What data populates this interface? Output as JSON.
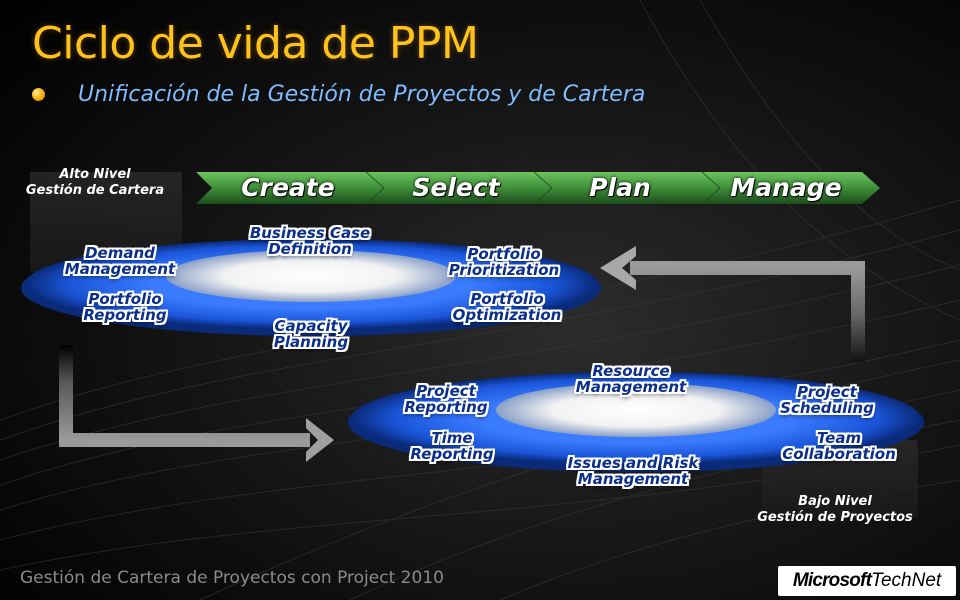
{
  "slide": {
    "title": "Ciclo de vida de PPM",
    "subtitle": "Unificación de la Gestión de Proyectos y de Cartera",
    "footer": "Gestión de Cartera de Proyectos con Project 2010"
  },
  "levels": {
    "high": {
      "line1": "Alto Nivel",
      "line2": "Gestión de Cartera"
    },
    "low": {
      "line1": "Bajo Nivel",
      "line2": "Gestión de Proyectos"
    }
  },
  "phases": [
    "Create",
    "Select",
    "Plan",
    "Manage"
  ],
  "portfolio_ring": {
    "items": [
      {
        "line1": "Business Case",
        "line2": "Definition"
      },
      {
        "line1": "Demand",
        "line2": "Management"
      },
      {
        "line1": "Portfolio",
        "line2": "Prioritization"
      },
      {
        "line1": "Portfolio",
        "line2": "Reporting"
      },
      {
        "line1": "Portfolio",
        "line2": "Optimization"
      },
      {
        "line1": "Capacity",
        "line2": "Planning"
      }
    ]
  },
  "project_ring": {
    "items": [
      {
        "line1": "Resource",
        "line2": "Management"
      },
      {
        "line1": "Project",
        "line2": "Reporting"
      },
      {
        "line1": "Project",
        "line2": "Scheduling"
      },
      {
        "line1": "Time",
        "line2": "Reporting"
      },
      {
        "line1": "Team",
        "line2": "Collaboration"
      },
      {
        "line1": "Issues and Risk",
        "line2": "Management"
      }
    ]
  },
  "brand": {
    "part1": "Microsoft",
    "part2": "TechNet"
  },
  "colors": {
    "title": "#ffc21a",
    "subtitle": "#7fbcff",
    "ring_blue": "#1a55d8",
    "phase_green": "#3f8f3a",
    "label_text": "#0b2f8a",
    "footer": "#8a8a8a"
  }
}
